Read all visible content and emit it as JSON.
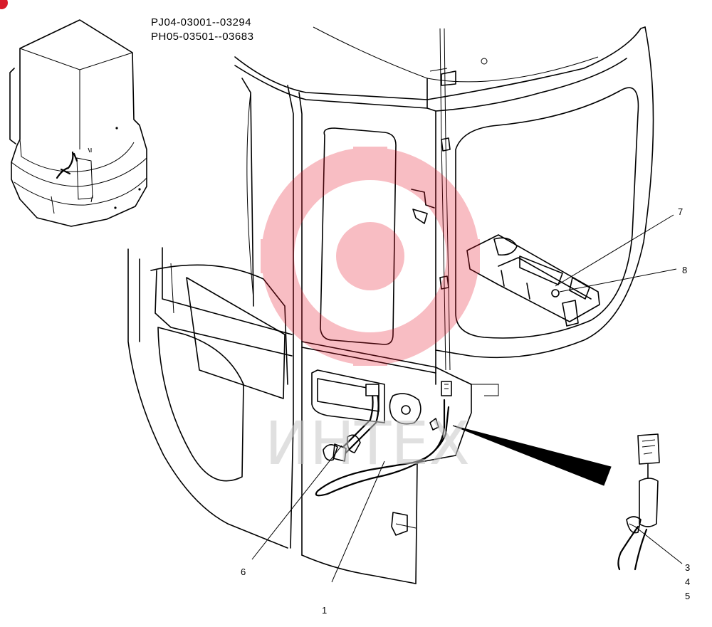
{
  "serials": {
    "line1": "PJ04-03001--03294",
    "line2": "PH05-03501--03683"
  },
  "watermark": {
    "text": "ИНТЕХ",
    "color": "#e8152a"
  },
  "callouts": {
    "c1": "1",
    "c3": "3",
    "c4": "4",
    "c5": "5",
    "c6": "6",
    "c7": "7",
    "c8": "8"
  },
  "colors": {
    "line": "#000000",
    "background": "#ffffff",
    "corner_badge": "#d81b2a"
  }
}
